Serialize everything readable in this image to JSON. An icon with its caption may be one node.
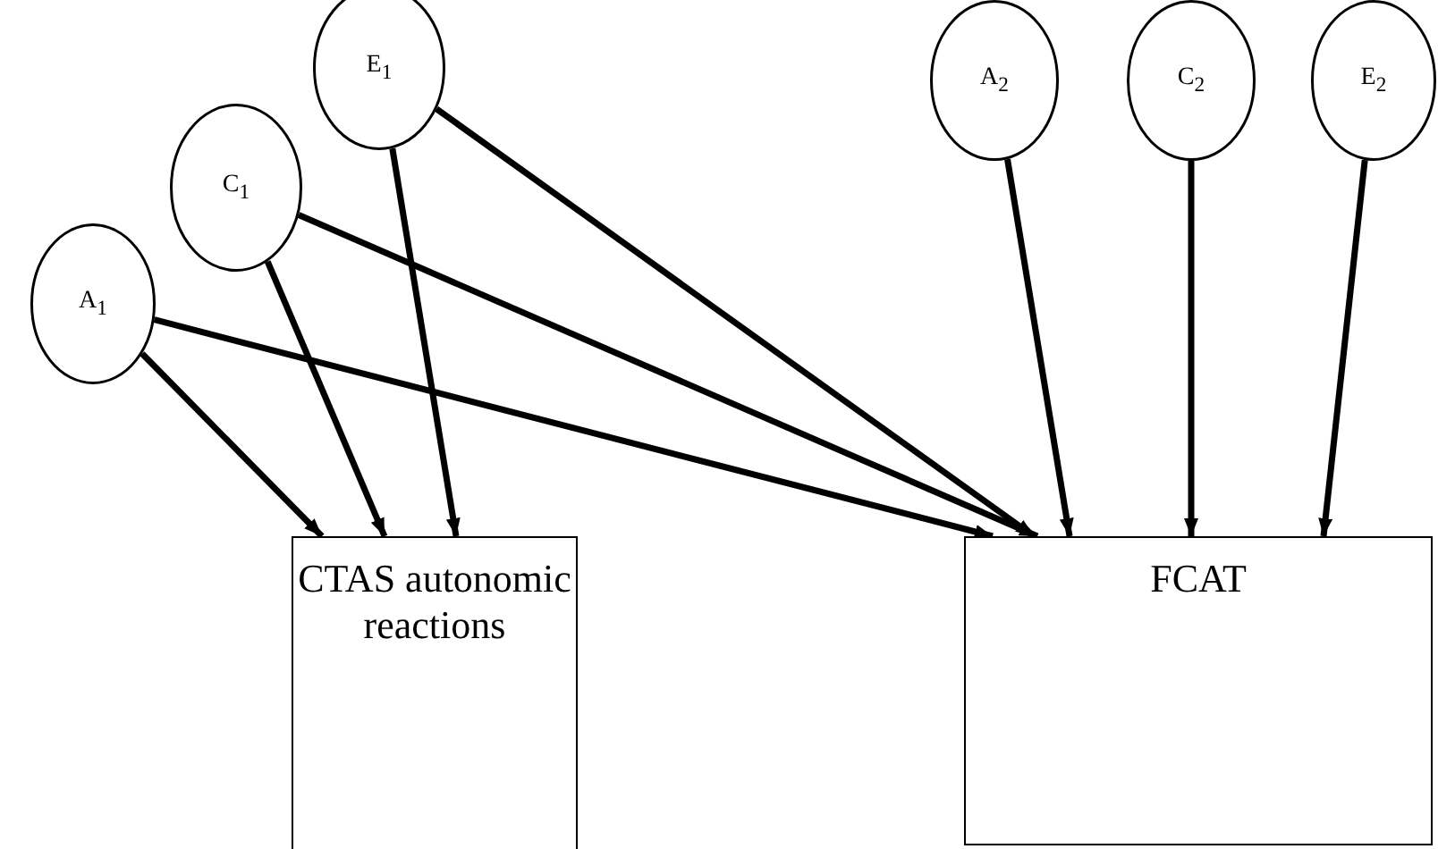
{
  "diagram": {
    "nodes": [
      {
        "text": [
          "A$_{1}$"
        ]
      },
      {
        "text": [
          "C$_{1}$"
        ]
      },
      {
        "text": [
          "E$_{1}$"
        ]
      },
      {
        "text": [
          "A$_{2}$"
        ]
      },
      {
        "text": [
          "C$_{2}$"
        ]
      },
      {
        "text": [
          "E$_{2}$"
        ]
      },
      {
        "text": [
          "CTAS autonomic reactions"
        ]
      },
      {
        "text": [
          "FCAT"
        ]
      }
    ],
    "edges": [
      {
        "from": 0,
        "to": 6,
        "arrow": "to"
      },
      {
        "from": 0,
        "to": 7,
        "arrow": "to"
      },
      {
        "from": 1,
        "to": 6,
        "arrow": "to"
      },
      {
        "from": 1,
        "to": 7,
        "arrow": "to"
      },
      {
        "from": 2,
        "to": 6,
        "arrow": "to"
      },
      {
        "from": 2,
        "to": 7,
        "arrow": "to"
      },
      {
        "from": 3,
        "to": 7,
        "arrow": "to"
      },
      {
        "from": 4,
        "to": 7,
        "arrow": "to"
      },
      {
        "from": 5,
        "to": 7,
        "arrow": "to"
      }
    ]
  }
}
